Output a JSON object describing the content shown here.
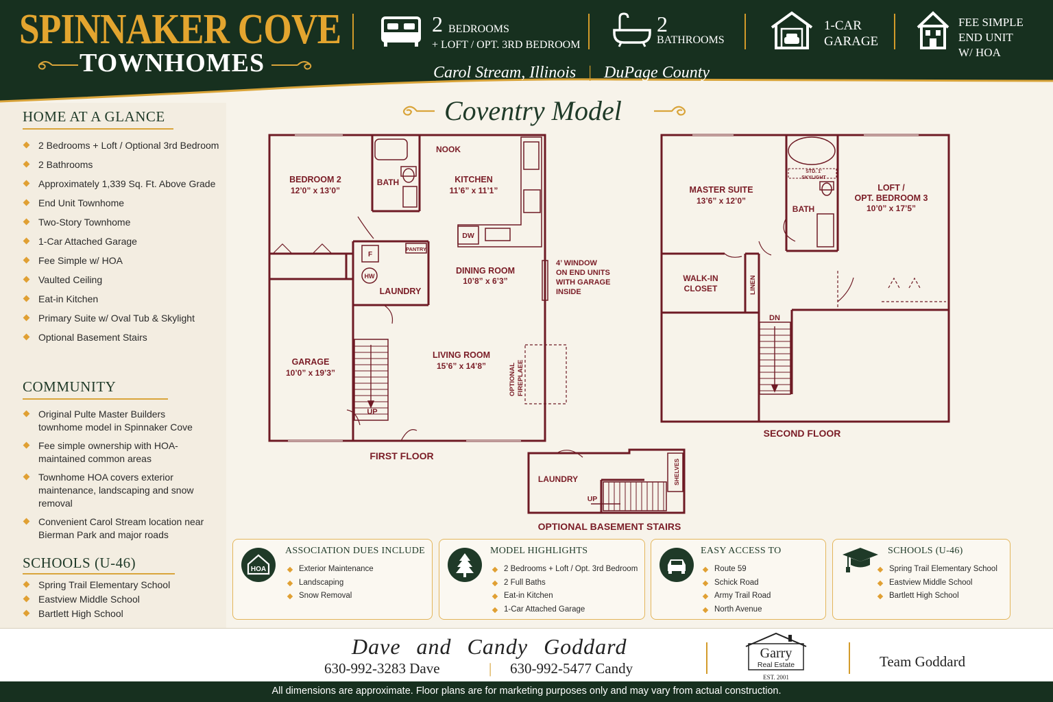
{
  "header": {
    "brand_title": "SPINNAKER COVE",
    "brand_sub": "TOWNHOMES",
    "beds_num": "2",
    "beds_line1": "BEDROOMS",
    "beds_line2": "+ LOFT / OPT. 3RD BEDROOM",
    "baths_num": "2",
    "baths_label": "BATHROOMS",
    "garage_line1": "1-CAR",
    "garage_line2": "GARAGE",
    "fee_line1": "FEE SIMPLE",
    "fee_line2": "END UNIT",
    "fee_line3": "W/ HOA",
    "city": "Carol Stream, Illinois",
    "county": "DuPage County",
    "pipe": "|"
  },
  "sidebar": {
    "glance_title": "HOME AT A GLANCE",
    "glance_items": [
      "2 Bedrooms + Loft / Optional 3rd Bedroom",
      "2 Bathrooms",
      "Approximately 1,339 Sq. Ft. Above Grade",
      "End Unit Townhome",
      "Two-Story Townhome",
      "1-Car Attached Garage",
      "Fee Simple w/ HOA",
      "Vaulted Ceiling",
      "Eat-in Kitchen",
      "Primary Suite w/ Oval Tub & Skylight",
      "Optional Basement Stairs"
    ],
    "community_title": "COMMUNITY",
    "community_items": [
      "Original Pulte Master Builders townhome model in Spinnaker Cove",
      "Fee simple ownership with HOA-maintained common areas",
      "Townhome HOA covers exterior maintenance, landscaping and snow removal",
      "Convenient Carol Stream location near Bierman Park and major roads"
    ],
    "schools_title": "SCHOOLS  (U-46)",
    "schools_items": [
      "Spring Trail Elementary School",
      "Eastview Middle School",
      "Bartlett High School"
    ]
  },
  "model_title": "Coventry Model",
  "first_floor": {
    "label": "FIRST FLOOR",
    "bedroom2": "BEDROOM 2",
    "bedroom2_dim": "12’0” x 13’0”",
    "bath": "BATH",
    "nook": "NOOK",
    "kitchen": "KITCHEN",
    "kitchen_dim": "11’6” x 11’1”",
    "dw": "DW",
    "pantry": "PANTRY",
    "f": "F",
    "hw": "HW",
    "laundry": "LAUNDRY",
    "dining": "DINING ROOM",
    "dining_dim": "10’8” x 6’3”",
    "window_note": [
      "4’ WINDOW",
      "ON END UNITS",
      "WITH GARAGE",
      "INSIDE"
    ],
    "garage": "GARAGE",
    "garage_dim": "10’0” x 19’3”",
    "living": "LIVING ROOM",
    "living_dim": "15’6” x 14’8”",
    "fireplace_1": "OPTIONAL",
    "fireplace_2": "FIREPLAEE",
    "up": "UP"
  },
  "second_floor": {
    "label": "SECOND FLOOR",
    "master": "MASTER SUITE",
    "master_dim": "13’6” x 12’0”",
    "skylight_1": "STD. 1'",
    "skylight_2": "SKYLIGHT",
    "bath": "BATH",
    "loft_1": "LOFT /",
    "loft_2": "OPT. BEDROOM 3",
    "loft_dim": "10’0” x 17’5”",
    "walkin_1": "WALK-IN",
    "walkin_2": "CLOSET",
    "linen": "LINEN",
    "dn": "DN"
  },
  "basement": {
    "label": "OPTIONAL BASEMENT STAIRS",
    "laundry": "LAUNDRY",
    "up": "UP",
    "shelves": "SHELVES"
  },
  "info_boxes": {
    "dues": {
      "icon_text": "HOA",
      "title": "ASSOCIATION DUES INCLUDE",
      "items": [
        "Exterior Maintenance",
        "Landscaping",
        "Snow Removal"
      ]
    },
    "highlights": {
      "title": "MODEL HIGHLIGHTS",
      "items": [
        "2 Bedrooms + Loft / Opt. 3rd Bedroom",
        "2 Full Baths",
        "Eat-in Kitchen",
        "1-Car Attached Garage"
      ]
    },
    "access": {
      "title": "EASY ACCESS TO",
      "items": [
        "Route 59",
        "Schick Road",
        "Army Trail Road",
        "North Avenue"
      ]
    },
    "schools": {
      "title": "SCHOOLS  (U-46)",
      "items": [
        "Spring Trail Elementary School",
        "Eastview Middle School",
        "Bartlett High School"
      ]
    }
  },
  "footer": {
    "agents": "Dave and Candy Goddard",
    "phone_dave": "630-992-3283 Dave",
    "phone_sep": "|",
    "phone_candy": "630-992-5477 Candy",
    "logo_line1": "Garry",
    "logo_line2": "Real Estate",
    "logo_line3": "EST. 2001",
    "team": "Team Goddard",
    "disclaimer": "All dimensions are approximate. Floor plans are for marketing purposes only and may vary from actual construction."
  },
  "colors": {
    "header_green": "#17301f",
    "gold": "#e3a52f",
    "plan_maroon": "#7a1c26",
    "background": "#f7f3ea"
  }
}
